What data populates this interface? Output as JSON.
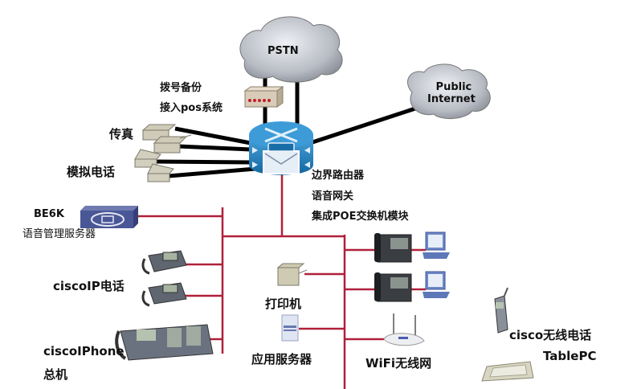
{
  "clouds": {
    "pstn": "PSTN",
    "internet_line1": "Public",
    "internet_line2": "Internet"
  },
  "labels": {
    "dial_backup": "拨号备份",
    "pos_access": "接入pos系统",
    "fax": "传真",
    "analog_phone": "模拟电话",
    "router_line1": "边界路由器",
    "router_line2": "语音网关",
    "router_line3": "集成POE交换机模块",
    "be6k": "BE6K",
    "voice_server": "语音管理服务器",
    "cisco_ip_phone": "ciscoIP电话",
    "cisco_iphone": "ciscoIPhone",
    "switchboard": "总机",
    "printer": "打印机",
    "app_server": "应用服务器",
    "wifi": "WiFi无线网",
    "cisco_wireless_phone": "cisco无线电话",
    "tablepc": "TablePC"
  },
  "colors": {
    "lan_line": "#b0203a",
    "wan_line": "#000000",
    "router_blue": "#1f7fc0",
    "cloud_gray": "#b8bcc4"
  }
}
